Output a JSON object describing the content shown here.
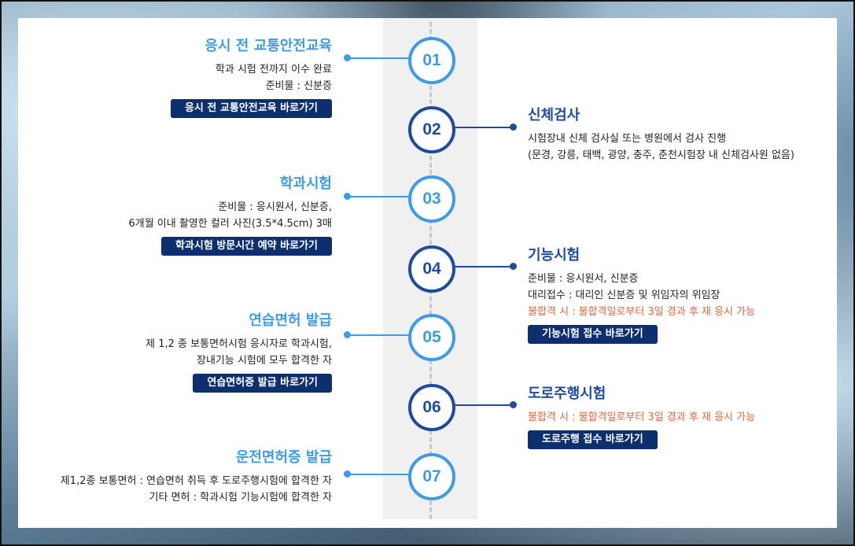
{
  "steps": [
    {
      "num": "01",
      "title": "응시 전 교통안전교육",
      "lines": [
        "학과 시험 전까지 이수 완료",
        "준비물 : 신분증"
      ],
      "button": "응시 전 교통안전교육 바로가기"
    },
    {
      "num": "02",
      "title": "신체검사",
      "lines": [
        "시험장내 신체 검사실 또는 병원에서 검사 진행",
        "(문경, 강릉, 태백, 광양, 충주, 춘천시험장 내 신체검사원 없음)"
      ]
    },
    {
      "num": "03",
      "title": "학과시험",
      "lines": [
        "준비물 : 응시원서, 신분증,",
        "6개월 이내 촬영한 컬러 사진(3.5*4.5cm) 3매"
      ],
      "button": "학과시험 방문시간 예약 바로가기"
    },
    {
      "num": "04",
      "title": "기능시험",
      "lines": [
        "준비물 : 응시원서, 신분증",
        "대리접수 : 대리인 신분증 및 위임자의 위임장"
      ],
      "warning": "불합격 시 : 불합격일로부터 3일 경과 후 재 응시 가능",
      "button": "기능시험 접수 바로가기"
    },
    {
      "num": "05",
      "title": "연습면허 발급",
      "lines": [
        "제 1,2 종 보통면허시험 응시자로 학과시험,",
        "장내기능 시험에 모두 합격한 자"
      ],
      "button": "연습면허증 발급 바로가기"
    },
    {
      "num": "06",
      "title": "도로주행시험",
      "warning": "불합격 시 : 불합격일로부터 3일 경과 후 재 응시 가능",
      "button": "도로주행 접수 바로가기"
    },
    {
      "num": "07",
      "title": "운전면허증 발급",
      "lines": [
        "제1,2종 보통면허 : 연습면허 취득 후 도로주행시험에 합격한 자",
        "기타 면허 : 학과시험 기능시험에 합격한 자"
      ]
    }
  ],
  "colors": {
    "light": "#3e9be6",
    "dark": "#1f4b9e",
    "button": "#0e2f6e",
    "warning": "#e4663d"
  }
}
